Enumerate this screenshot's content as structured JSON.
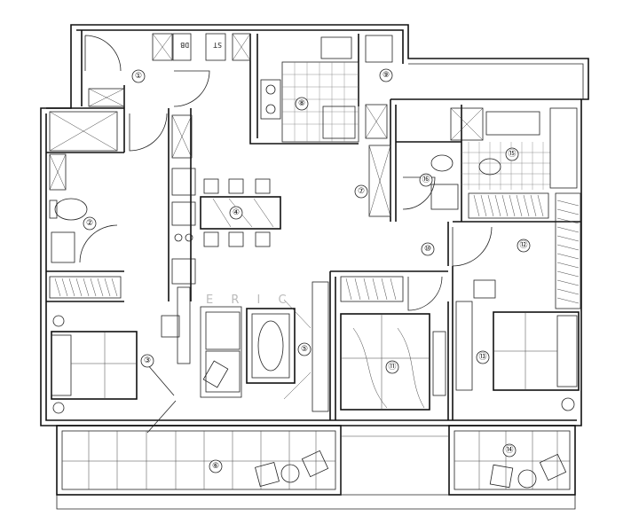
{
  "plan": {
    "watermark": "E R I C",
    "cabinet_marks": {
      "left": "DB",
      "right": "ST"
    },
    "room_labels": [
      {
        "id": "1",
        "num": "①"
      },
      {
        "id": "2",
        "num": "②"
      },
      {
        "id": "3",
        "num": "③"
      },
      {
        "id": "4",
        "num": "④"
      },
      {
        "id": "5",
        "num": "⑤"
      },
      {
        "id": "6",
        "num": "⑥"
      },
      {
        "id": "7",
        "num": "⑦"
      },
      {
        "id": "8",
        "num": "⑧"
      },
      {
        "id": "9",
        "num": "⑨"
      },
      {
        "id": "10",
        "num": "⑩"
      },
      {
        "id": "11",
        "num": "⑪"
      },
      {
        "id": "12",
        "num": "⑫"
      },
      {
        "id": "13",
        "num": "⑬"
      },
      {
        "id": "14",
        "num": "⑭"
      },
      {
        "id": "15",
        "num": "⑮"
      },
      {
        "id": "16",
        "num": "⑯"
      }
    ]
  }
}
